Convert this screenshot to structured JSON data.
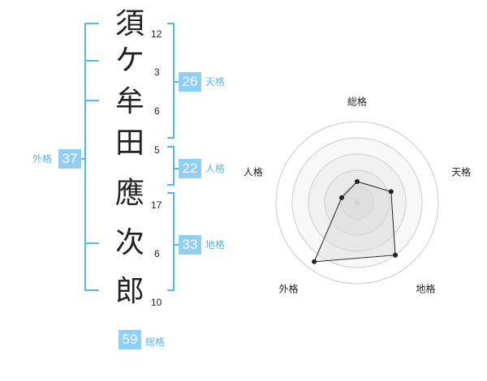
{
  "colors": {
    "accent": "#5ab8e8",
    "badge_bg": "#8dcff5",
    "text": "#222222",
    "grid": "#cccccc"
  },
  "name_chars": [
    {
      "char": "須",
      "strokes": "12"
    },
    {
      "char": "ケ",
      "strokes": "3"
    },
    {
      "char": "牟",
      "strokes": "6"
    },
    {
      "char": "田",
      "strokes": "5"
    },
    {
      "char": "應",
      "strokes": "17"
    },
    {
      "char": "次",
      "strokes": "6"
    },
    {
      "char": "郎",
      "strokes": "10"
    }
  ],
  "kakusu": {
    "tenkaku": {
      "value": "26",
      "label": "天格"
    },
    "jinkaku": {
      "value": "22",
      "label": "人格"
    },
    "chikaku": {
      "value": "33",
      "label": "地格"
    },
    "gaikaku": {
      "value": "37",
      "label": "外格"
    },
    "soukaku": {
      "value": "59",
      "label": "総格"
    }
  },
  "chart_data": {
    "type": "radar",
    "categories": [
      "総格",
      "天格",
      "地格",
      "外格",
      "人格"
    ],
    "values": [
      1.3,
      2.2,
      4.0,
      4.5,
      1.0
    ],
    "rmax": 5,
    "rings": 5
  }
}
